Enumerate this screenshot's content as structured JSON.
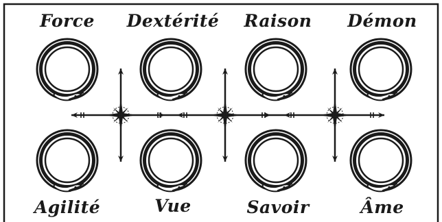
{
  "colors": {
    "ink": "#1a1a1a",
    "paper": "#ffffff"
  },
  "attributes": {
    "top": [
      {
        "label": "Force",
        "icon": "ouroboros-icon"
      },
      {
        "label": "Dextérité",
        "icon": "ouroboros-icon"
      },
      {
        "label": "Raison",
        "icon": "ouroboros-icon"
      },
      {
        "label": "Démon",
        "icon": "ouroboros-icon"
      }
    ],
    "bottom": [
      {
        "label": "Agilité",
        "icon": "ouroboros-icon"
      },
      {
        "label": "Vue",
        "icon": "ouroboros-icon"
      },
      {
        "label": "Savoir",
        "icon": "ouroboros-icon"
      },
      {
        "label": "Âme",
        "icon": "ouroboros-icon"
      }
    ]
  },
  "connectors": {
    "icon": "compass-star-icon"
  }
}
